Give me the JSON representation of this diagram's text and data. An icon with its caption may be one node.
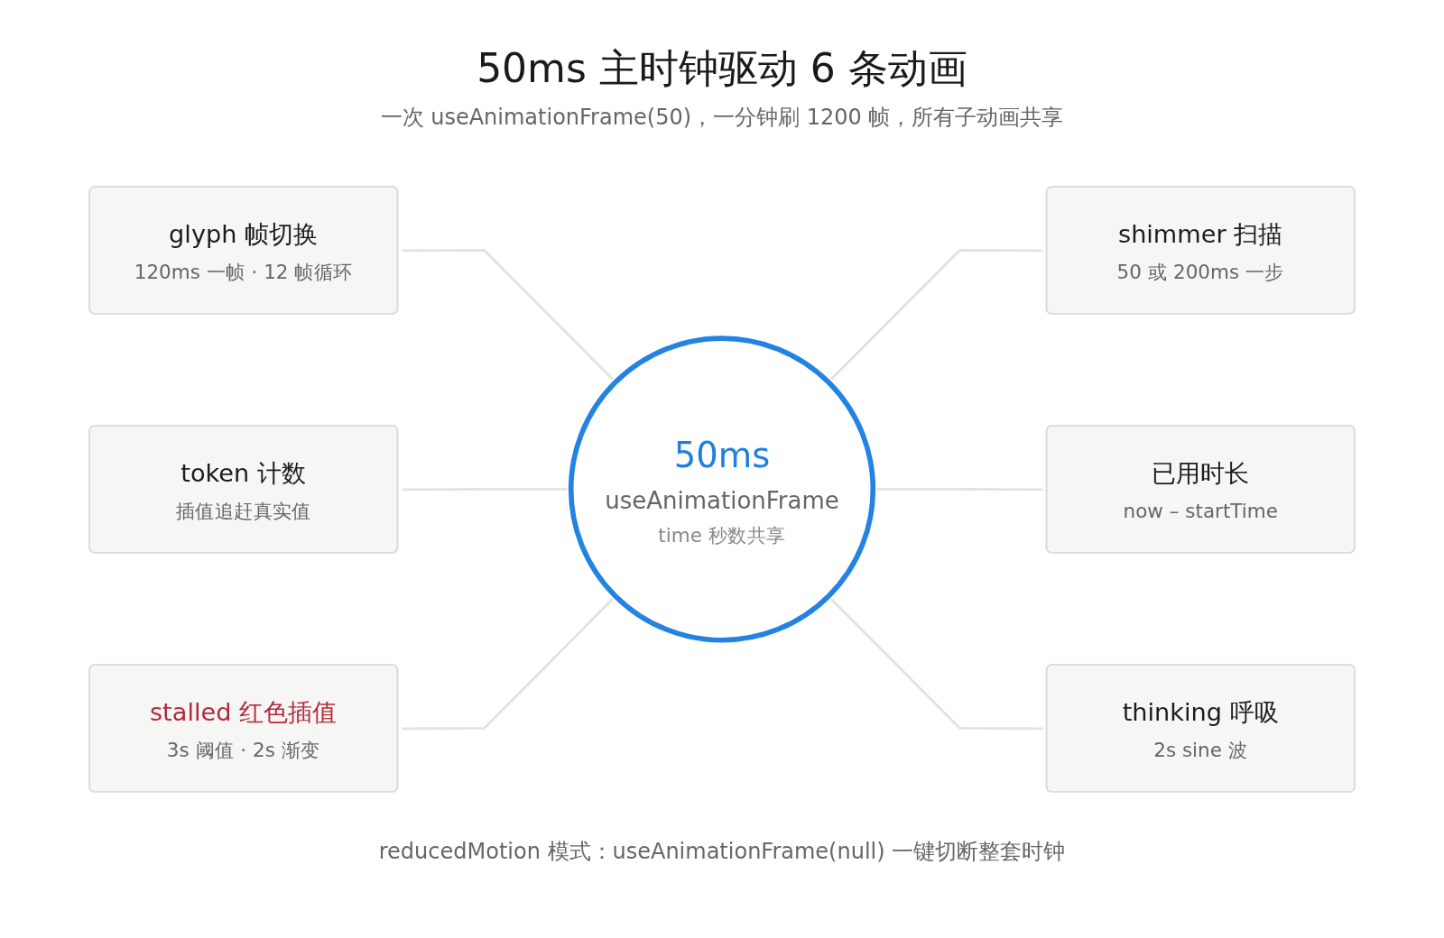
{
  "diagram": {
    "title": "50ms 主时钟驱动 6 条动画",
    "nodes": [
      {
        "text": [
          "glyph 帧切换",
          "120ms 一帧 · 12 帧循环"
        ]
      },
      {
        "text": [
          "shimmer 扫描",
          "50 或 200ms 一步"
        ]
      },
      {
        "text": [
          "token 计数",
          "插值追赶真实值"
        ]
      },
      {
        "text": [
          "50ms",
          "useAnimationFrame",
          "time 秒数共享"
        ]
      },
      {
        "text": [
          "已用时长",
          "now – startTime"
        ]
      },
      {
        "text": [
          "stalled 红色插值",
          "3s 阈值 · 2s 渐变"
        ]
      },
      {
        "text": [
          "thinking 呼吸",
          "2s sine 波"
        ]
      }
    ],
    "edges": [
      {
        "from": 0,
        "to": 3,
        "arrow": "none"
      },
      {
        "from": 3,
        "to": 1,
        "arrow": "none"
      },
      {
        "from": 2,
        "to": 3,
        "arrow": "none"
      },
      {
        "from": 3,
        "to": 4,
        "arrow": "none"
      },
      {
        "from": 5,
        "to": 3,
        "arrow": "none"
      },
      {
        "from": 3,
        "to": 6,
        "arrow": "none"
      }
    ],
    "labels": [
      "一次 useAnimationFrame(50)，一分钟刷 1200 帧，所有子动画共享",
      "reducedMotion 模式：useAnimationFrame(null) 一键切断整套时钟"
    ]
  }
}
